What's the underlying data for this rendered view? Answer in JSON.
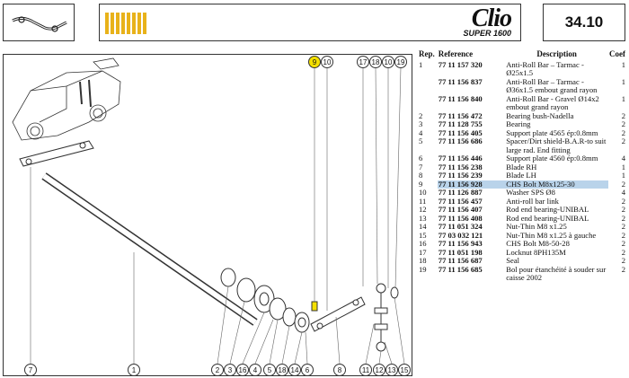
{
  "header": {
    "brand": "Clio",
    "brand_sub": "SUPER 1600",
    "page_ref": "34.10"
  },
  "table": {
    "headers": {
      "rep": "Rep.",
      "reference": "Reference",
      "description": "Description",
      "coef": "Coef"
    },
    "rows": [
      {
        "rep": "1",
        "ref": "77 11 157 320",
        "desc": "Anti-Roll Bar – Tarmac - Ø25x1.5",
        "coef": "1",
        "highlight": false
      },
      {
        "rep": "",
        "ref": "77 11 156 837",
        "desc": "Anti-Roll Bar – Tarmac - Ø36x1.5 embout grand rayon",
        "coef": "1",
        "highlight": false
      },
      {
        "rep": "",
        "ref": "77 11 156 840",
        "desc": "Anti-Roll Bar - Gravel Ø14x2 embout grand rayon",
        "coef": "1",
        "highlight": false
      },
      {
        "rep": "2",
        "ref": "77 11 156 472",
        "desc": "Bearing bush-Nadella",
        "coef": "2",
        "highlight": false
      },
      {
        "rep": "3",
        "ref": "77 11 128 755",
        "desc": "Bearing",
        "coef": "2",
        "highlight": false
      },
      {
        "rep": "4",
        "ref": "77 11 156 405",
        "desc": "Support plate 4565 ép:0.8mm",
        "coef": "2",
        "highlight": false
      },
      {
        "rep": "5",
        "ref": "77 11 156 686",
        "desc": "Spacer/Dirt shield-B.A.R-to suit large rad. End fitting",
        "coef": "2",
        "highlight": false
      },
      {
        "rep": "6",
        "ref": "77 11 156 446",
        "desc": "Support plate 4560 ép:0.8mm",
        "coef": "4",
        "highlight": false
      },
      {
        "rep": "7",
        "ref": "77 11 156 238",
        "desc": "Blade RH",
        "coef": "1",
        "highlight": false
      },
      {
        "rep": "8",
        "ref": "77 11 156 239",
        "desc": "Blade LH",
        "coef": "1",
        "highlight": false
      },
      {
        "rep": "9",
        "ref": "77 11 156 928",
        "desc": "CHS Bolt M8x125-30",
        "coef": "2",
        "highlight": true
      },
      {
        "rep": "10",
        "ref": "77 11 126 887",
        "desc": "Washer SPS Ø8",
        "coef": "4",
        "highlight": false
      },
      {
        "rep": "11",
        "ref": "77 11 156 457",
        "desc": "Anti-roll bar link",
        "coef": "2",
        "highlight": false
      },
      {
        "rep": "12",
        "ref": "77 11 156 407",
        "desc": "Rod end bearing-UNIBAL",
        "coef": "2",
        "highlight": false
      },
      {
        "rep": "13",
        "ref": "77 11 156 408",
        "desc": "Rod end bearing-UNIBAL",
        "coef": "2",
        "highlight": false
      },
      {
        "rep": "14",
        "ref": "77 11 051 324",
        "desc": "Nut-Thin M8 x1.25",
        "coef": "2",
        "highlight": false
      },
      {
        "rep": "15",
        "ref": "77 03 032 121",
        "desc": "Nut-Thin M8 x1.25 à gauche",
        "coef": "2",
        "highlight": false
      },
      {
        "rep": "16",
        "ref": "77 11 156 943",
        "desc": "CHS Bolt M8-50-28",
        "coef": "2",
        "highlight": false
      },
      {
        "rep": "17",
        "ref": "77 11 051 198",
        "desc": "Locknut 8PH135M",
        "coef": "2",
        "highlight": false
      },
      {
        "rep": "18",
        "ref": "77 11 156 687",
        "desc": "Seal",
        "coef": "2",
        "highlight": false
      },
      {
        "rep": "19",
        "ref": "77 11 156 685",
        "desc": "Bol pour étanchéité à souder sur caisse 2002",
        "coef": "2",
        "highlight": false
      }
    ]
  },
  "callouts": {
    "top": [
      "9",
      "10",
      "17",
      "18",
      "10",
      "19"
    ],
    "bottom": [
      "7",
      "1",
      "2",
      "3",
      "16",
      "4",
      "5",
      "18",
      "6",
      "8",
      "11",
      "12",
      "13",
      "15",
      "14"
    ]
  },
  "colors": {
    "highlight_row": "#b9d3ea",
    "callout_highlight": "#f4e000",
    "stripes": "#e8b21a"
  }
}
